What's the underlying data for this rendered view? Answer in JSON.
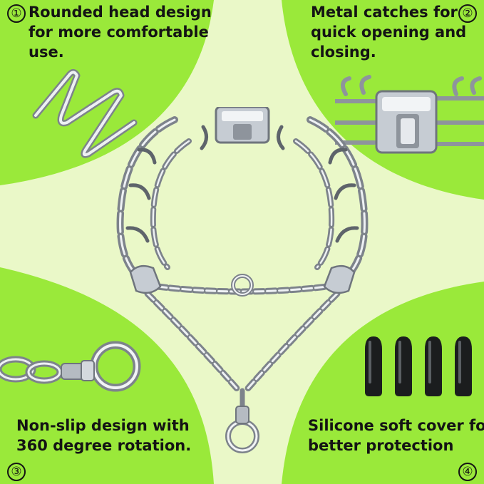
{
  "captions": {
    "top_left": {
      "number": "①",
      "lines": [
        "Rounded head design",
        "for more comfortable",
        "use."
      ]
    },
    "top_right": {
      "number": "②",
      "lines": [
        "Metal catches for",
        "quick opening and",
        "closing."
      ]
    },
    "bottom_left": {
      "number": "③",
      "lines": [
        "Non-slip design with",
        "360 degree rotation."
      ]
    },
    "bottom_right": {
      "number": "④",
      "lines": [
        "Silicone soft cover for",
        "better protection"
      ]
    }
  },
  "colors": {
    "lime": "#9ae93a",
    "pale_center": "#eaf8c8",
    "text": "#141414",
    "metal": "#9aa0a8",
    "metal_highlight": "#f2f4f6",
    "silicone": "#1b1d1e"
  },
  "icons": {
    "top_left": "rounded-prong-icon",
    "top_right": "quick-release-buckle-icon",
    "bottom_left": "swivel-ring-icon",
    "bottom_right": "silicone-cap-icon",
    "center": "prong-collar-icon"
  }
}
